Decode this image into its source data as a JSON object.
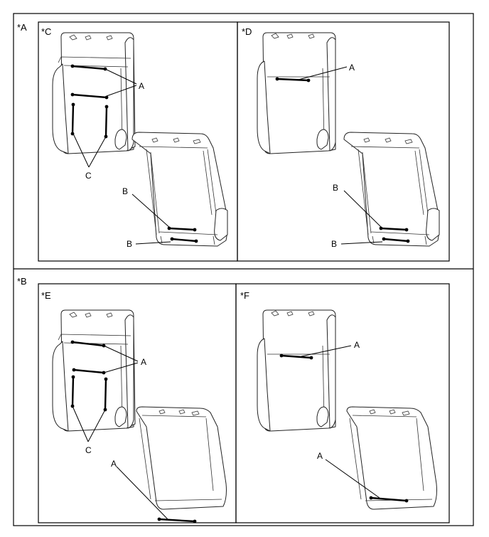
{
  "panels": {
    "A": "*A",
    "B": "*B",
    "C": "*C",
    "D": "*D",
    "E": "*E",
    "F": "*F"
  },
  "callouts": {
    "A": "A",
    "B": "B",
    "C": "C"
  }
}
